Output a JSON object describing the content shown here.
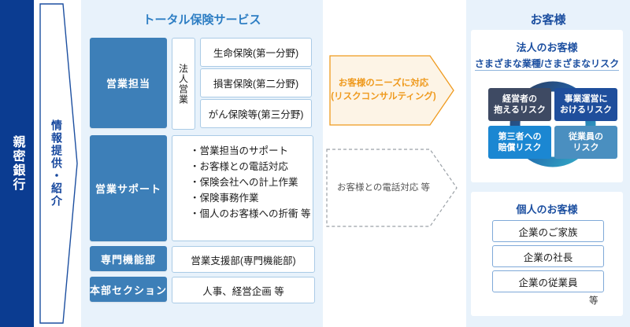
{
  "bank": {
    "label": "親密銀行"
  },
  "referral": {
    "label": "情報提供・紹介"
  },
  "service_panel": {
    "title": "トータル保険サービス",
    "rows": [
      {
        "category": "営業担当",
        "vertical_label": "法人営業",
        "items": [
          "生命保険(第一分野)",
          "損害保険(第二分野)",
          "がん保険等(第三分野)"
        ]
      },
      {
        "category": "営業サポート",
        "bullets": [
          "・営業担当のサポート",
          "・お客様との電話対応",
          "・保険会社への計上作業",
          "・保険事務作業",
          "・個人のお客様への折衝 等"
        ]
      },
      {
        "category": "専門機能部",
        "value": "営業支援部(専門機能部)"
      },
      {
        "category": "本部セクション",
        "value": "人事、経営企画 等"
      }
    ]
  },
  "arrows": {
    "needs": {
      "line1": "お客様のニーズに対応",
      "line2": "(リスクコンサルティング)"
    },
    "phone": {
      "line1": "お客様との電話対応 等"
    }
  },
  "customer_panel": {
    "title": "お客様",
    "corporate": {
      "title": "法人のお客様",
      "subtitle": "さまざまな業種/さまざまなリスク",
      "risks": [
        {
          "label_line1": "経営者の",
          "label_line2": "抱えるリスク",
          "color": "#3e4a63"
        },
        {
          "label_line1": "事業運営に",
          "label_line2": "おけるリスク",
          "color": "#1f4e9c"
        },
        {
          "label_line1": "第三者への",
          "label_line2": "賠償リスク",
          "color": "#1b87d2"
        },
        {
          "label_line1": "従業員の",
          "label_line2": "リスク",
          "color": "#4a8fc0"
        }
      ]
    },
    "personal": {
      "title": "個人のお客様",
      "items": [
        "企業のご家族",
        "企業の社長",
        "企業の従業員"
      ],
      "suffix": "等"
    }
  },
  "colors": {
    "bank_navy": "#0b3c91",
    "panel_bg": "#e8f2fb",
    "category_blue": "#3d7fb8",
    "title_blue": "#2f7fc4",
    "accent_orange": "#ef9a1e",
    "card_white": "#ffffff"
  }
}
